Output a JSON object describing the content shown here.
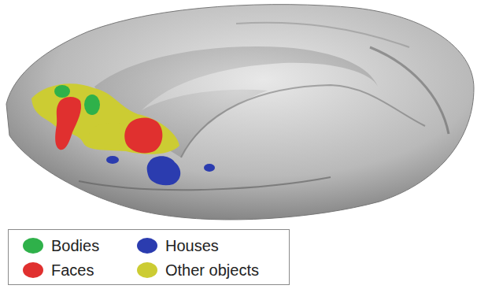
{
  "diagram": {
    "legend": [
      {
        "text": "Bodies",
        "color": "#2fb14a"
      },
      {
        "text": "Houses",
        "color": "#2b3caf"
      },
      {
        "text": "Faces",
        "color": "#e0302f"
      },
      {
        "text": "Other objects",
        "color": "#cccc33"
      }
    ]
  }
}
